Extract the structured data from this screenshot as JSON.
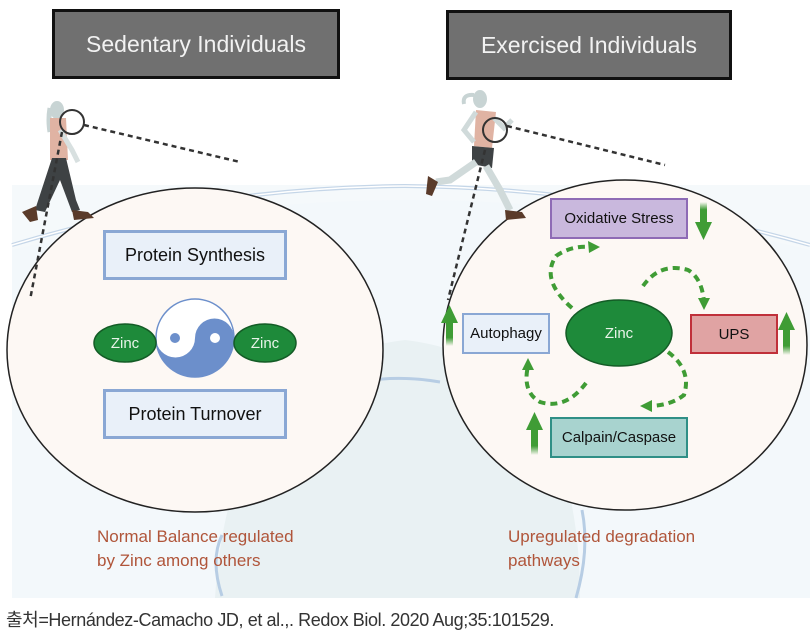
{
  "panels": {
    "sedentary": {
      "title": "Sedentary Individuals",
      "nodes": {
        "protein_synthesis": "Protein Synthesis",
        "protein_turnover": "Protein Turnover",
        "zinc_left": "Zinc",
        "zinc_right": "Zinc"
      },
      "caption_line1": "Normal Balance regulated",
      "caption_line2": "by Zinc among others"
    },
    "exercised": {
      "title": "Exercised Individuals",
      "nodes": {
        "oxidative_stress": {
          "label": "Oxidative Stress",
          "trend": "down"
        },
        "autophagy": {
          "label": "Autophagy",
          "trend": "up"
        },
        "ups": {
          "label": "UPS",
          "trend": "up"
        },
        "calpain_caspase": {
          "label": "Calpain/Caspase",
          "trend": "up"
        },
        "zinc": "Zinc"
      },
      "caption_line1": "Upregulated degradation",
      "caption_line2": "pathways"
    }
  },
  "icons": {
    "sedentary_figure": "walking-person-icon",
    "exercised_figure": "running-person-icon",
    "balance_symbol": "yin-yang-icon",
    "trend_up": "green-arrow-up-icon",
    "trend_down": "green-arrow-down-icon"
  },
  "colors": {
    "title_bg": "#707070",
    "zinc_green": "#1e8a3a",
    "arrow_green": "#3f9c35",
    "caption_text": "#b0553a",
    "synthesis_box_bg": "#e9f0f9",
    "synthesis_box_border": "#8aa7d4",
    "oxidative_bg": "#c9b8dd",
    "oxidative_border": "#8e6bb5",
    "ups_bg": "#e0a3a3",
    "ups_border": "#c0303a",
    "calpain_bg": "#a8d3cf",
    "calpain_border": "#2f8f86",
    "yin_yang_blue": "#6c8fcb"
  },
  "citation": "출처=Hernández-Camacho JD, et al.,. Redox Biol. 2020 Aug;35:101529."
}
